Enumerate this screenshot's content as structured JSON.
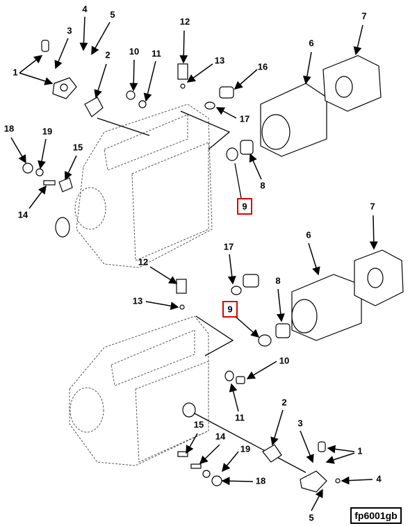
{
  "figure_id": "fp6001gb",
  "highlight_color": "#e00000",
  "highlighted_callout": "9",
  "callouts": {
    "top": [
      "1",
      "3",
      "4",
      "5",
      "2",
      "10",
      "11",
      "12",
      "13",
      "16",
      "17",
      "6",
      "7",
      "18",
      "19",
      "15",
      "14",
      "8",
      "9"
    ],
    "bottom": [
      "17",
      "6",
      "7",
      "12",
      "8",
      "13",
      "9",
      "10",
      "11",
      "2",
      "3",
      "1",
      "15",
      "14",
      "19",
      "18",
      "4",
      "5"
    ]
  }
}
